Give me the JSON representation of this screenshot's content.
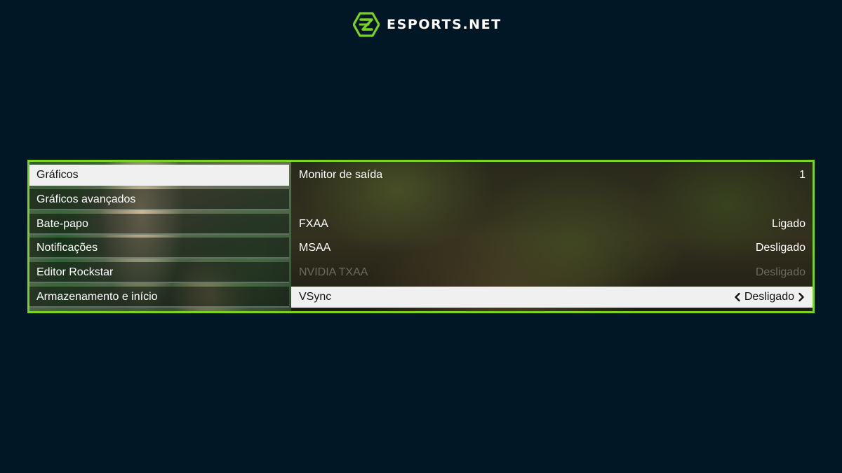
{
  "brand": {
    "name": "ESPORTS.NET",
    "accent_color": "#7bd321",
    "icon": "esports-net-logo-icon"
  },
  "settings": {
    "menu": [
      {
        "label": "Gráficos",
        "selected": true
      },
      {
        "label": "Gráficos avançados",
        "selected": false
      },
      {
        "label": "Bate-papo",
        "selected": false
      },
      {
        "label": "Notificações",
        "selected": false
      },
      {
        "label": "Editor Rockstar",
        "selected": false
      },
      {
        "label": "Armazenamento e início",
        "selected": false
      }
    ],
    "options": [
      {
        "label": "Monitor de saída",
        "value": "1"
      },
      {
        "label": "FXAA",
        "value": "Ligado"
      },
      {
        "label": "MSAA",
        "value": "Desligado"
      },
      {
        "label": "NVIDIA TXAA",
        "value": "Desligado",
        "disabled": true
      },
      {
        "label": "VSync",
        "value": "Desligado",
        "selected": true,
        "left_icon": "chevron-left-icon",
        "right_icon": "chevron-right-icon"
      }
    ]
  }
}
